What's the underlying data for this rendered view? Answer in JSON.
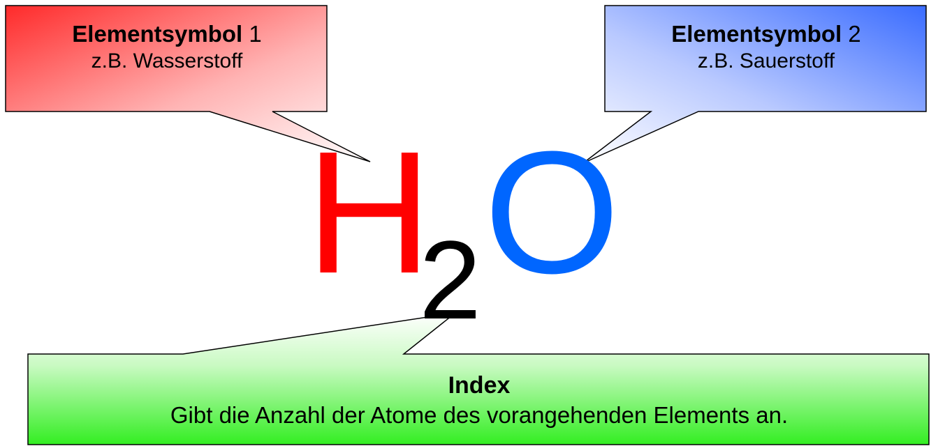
{
  "colors": {
    "element_1": "#ff0000",
    "element_2": "#0066ff",
    "index": "#000000",
    "callout_1_fill": "#ff3333",
    "callout_2_fill": "#3366ff",
    "callout_3_fill": "#33ee22"
  },
  "formula": {
    "element_1": "H",
    "index": "2",
    "element_2": "O"
  },
  "callouts": {
    "element_1": {
      "label_bold": "Elementsymbol",
      "label_number": "1",
      "example": "z.B. Wasserstoff"
    },
    "element_2": {
      "label_bold": "Elementsymbol",
      "label_number": "2",
      "example": "z.B. Sauerstoff"
    },
    "index": {
      "title": "Index",
      "description": "Gibt die Anzahl der Atome des vorangehenden Elements an."
    }
  }
}
